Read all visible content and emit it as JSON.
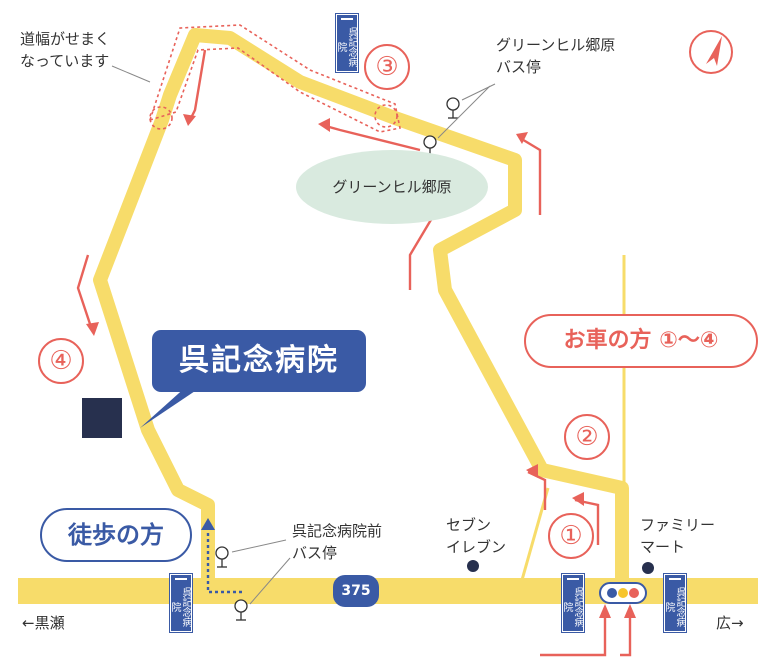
{
  "title_callout": "呉記念病院",
  "walking_label": "徒歩の方",
  "car_label": "お車の方 ①〜④",
  "narrow_note": "道幅がせまく\nなっています",
  "busstop_top": "グリーンヒル郷原\nバス停",
  "area_label": "グリーンヒル郷原",
  "hospital_busstop": "呉記念病院前\nバス停",
  "seven_eleven": "セブン\nイレブン",
  "family_mart": "ファミリー\nマート",
  "route_number": "375",
  "west_direction": "←黒瀬",
  "east_direction": "広→",
  "sign_text": "呉記念病院",
  "step_numbers": [
    "①",
    "②",
    "③",
    "④"
  ],
  "colors": {
    "road": "#f7dc6a",
    "accent_red": "#e8625a",
    "accent_blue": "#3a5aa5",
    "building": "#27304e",
    "area": "#d9eadf"
  },
  "icons": [
    "compass-icon",
    "traffic-light-icon",
    "bus-stop-icon",
    "store-dot-icon"
  ]
}
